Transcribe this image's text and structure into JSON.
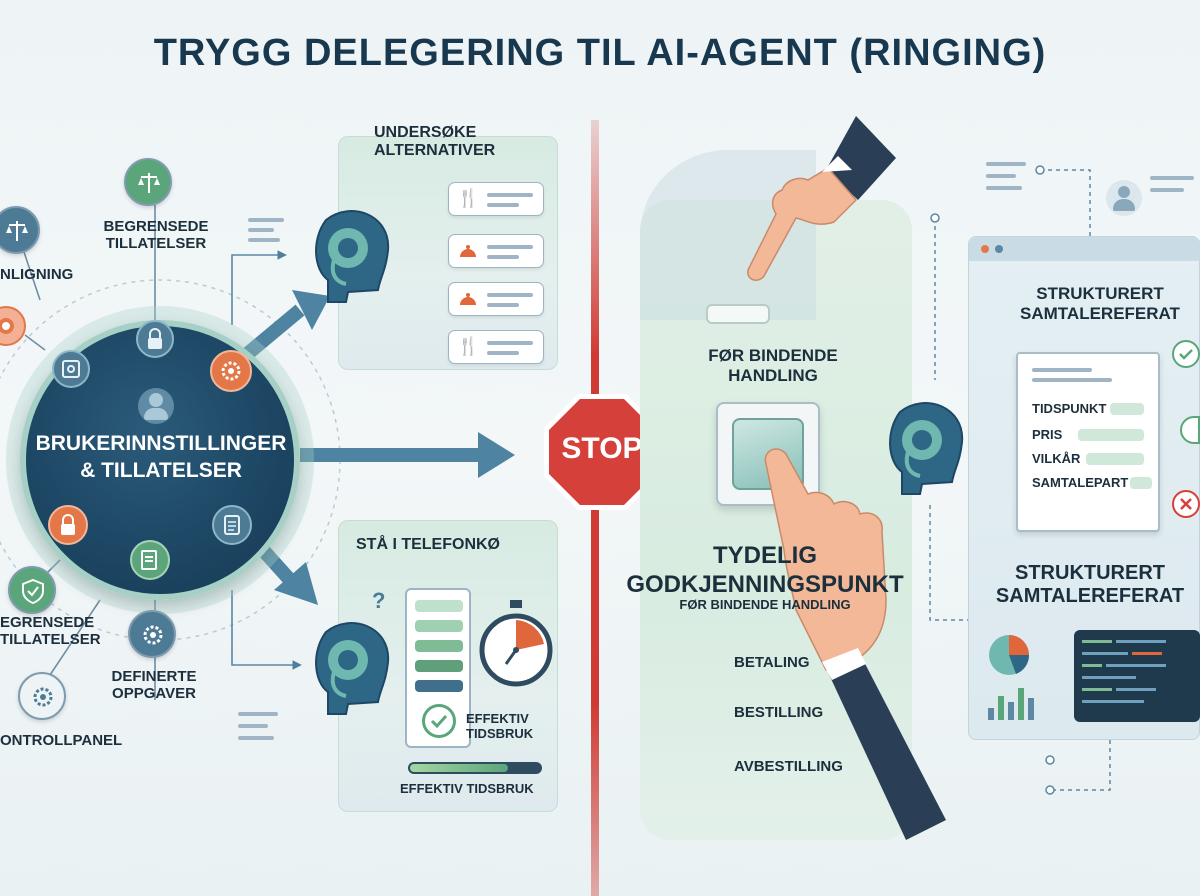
{
  "title": "TRYGG DELEGERING TIL AI-AGENT (RINGING)",
  "hub": {
    "label": "BRUKERINNSTILLINGER & TILLATELSER"
  },
  "left_nodes": {
    "begrensede_top": "BEGRENSEDE TILLATELSER",
    "sammenligning": "NLIGNING",
    "begrensede_bottom": "EGRENSEDE TILLATELSER",
    "definerte": "DEFINERTE OPPGAVER",
    "kontrollpanel": "ONTROLLPANEL"
  },
  "panel_top": {
    "heading": "UNDERSØKE ALTERNATIVER"
  },
  "panel_bottom": {
    "heading": "STÅ I TELEFONKØ",
    "check_label": "EFFEKTIV TIDSBRUK",
    "bar_label": "EFFEKTIV TIDSBRUK",
    "bar_progress": 0.75
  },
  "stop_sign": "STOP",
  "approval": {
    "button_heading": "FØR BINDENDE HANDLING",
    "main_heading": "TYDELIG GODKJENNINGSPUNKT",
    "sub_heading": "FØR BINDENDE HANDLING",
    "actions": [
      "BETALING",
      "BESTILLING",
      "AVBESTILLING"
    ]
  },
  "summary": {
    "heading_top": "STRUKTURERT SAMTALEREFERAT",
    "fields": [
      "TIDSPUNKT",
      "PRIS",
      "VILKÅR",
      "SAMTALEPART"
    ],
    "heading_bottom": "STRUKTURERT SAMTALEREFERAT"
  },
  "colors": {
    "navy": "#1d4764",
    "teal": "#3f8f86",
    "green": "#5aa67a",
    "orange": "#e0663c",
    "red": "#cf3b34",
    "slate": "#5d87a3"
  }
}
